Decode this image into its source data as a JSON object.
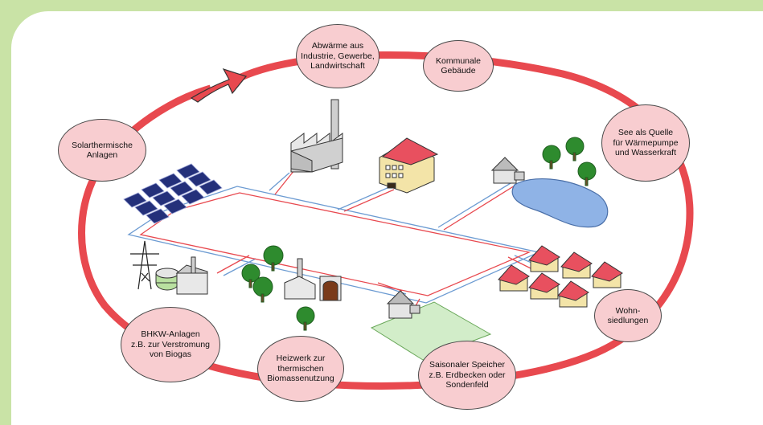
{
  "colors": {
    "background": "#c9e3a6",
    "ring": "#e8494f",
    "bubble_fill": "#f8cdd0",
    "heat_line": "#e8494f",
    "cold_line": "#6c9bd2",
    "tree": "#2e8b2e",
    "roof": "#e8505f",
    "solar": "#24307a",
    "lake": "#8fb3e6",
    "field": "#d2edc9"
  },
  "bubbles": {
    "abwaerme": "Abwärme aus\nIndustrie, Gewerbe,\nLandwirtschaft",
    "kommunal": "Kommunale\nGebäude",
    "see": "See als Quelle\nfür Wärmepumpe\nund Wasserkraft",
    "wohn": "Wohn-\nsiedlungen",
    "speicher": "Saisonaler Speicher\nz.B. Erdbecken oder\nSondenfeld",
    "heizwerk": "Heizwerk zur\nthermischen\nBiomassenutzung",
    "bhkw": "BHKW-Anlagen\nz.B. zur Verstromung\nvon Biogas",
    "solar": "Solarthermische\nAnlagen"
  }
}
